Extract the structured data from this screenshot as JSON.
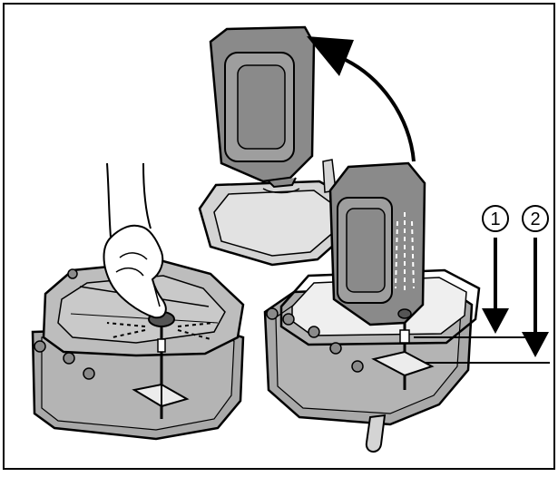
{
  "figure": {
    "type": "technical-illustration",
    "palette": {
      "outline": "#000000",
      "tank_gray": "#a9a9a9",
      "tank_dark": "#8a8a8a",
      "lid_light": "#d4d4d4",
      "background": "#ffffff"
    }
  },
  "callouts": [
    {
      "label": "1",
      "marker": "circle-number",
      "indicates": "arrow-1"
    },
    {
      "label": "2",
      "marker": "circle-number",
      "indicates": "arrow-2"
    }
  ],
  "icons": [
    "hand-icon",
    "rotate-arrow-icon",
    "down-arrow-icon"
  ]
}
